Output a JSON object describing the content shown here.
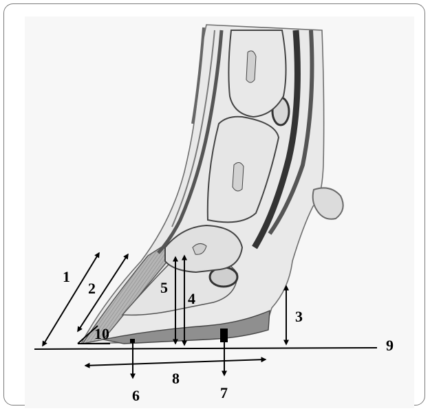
{
  "labels": {
    "l1": "1",
    "l2": "2",
    "l3": "3",
    "l4": "4",
    "l5": "5",
    "l6": "6",
    "l7": "7",
    "l8": "8",
    "l9": "9",
    "l10": "10"
  },
  "colors": {
    "frame": "#7a7a7a",
    "paper": "#f7f7f7",
    "hoof_wall": "#9a9a9a",
    "bone": "#e4e4e4",
    "ink": "#000000"
  }
}
